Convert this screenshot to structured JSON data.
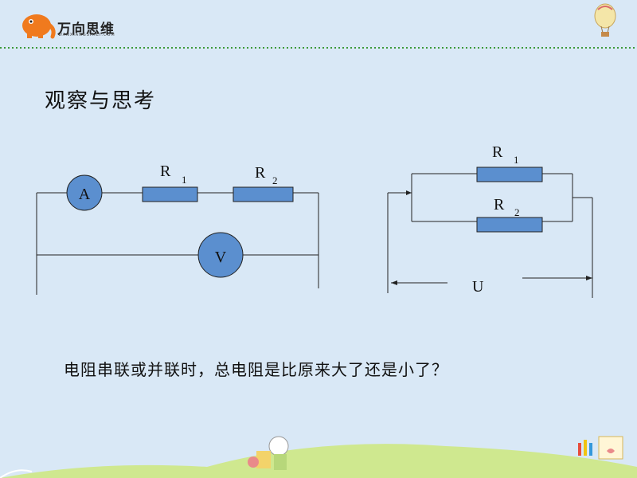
{
  "logo": {
    "brand": "万向思维",
    "subtitle": "WANXIANGSIMEI.COM"
  },
  "title": "观察与思考",
  "circuit_left": {
    "ammeter": "A",
    "voltmeter": "V",
    "r1_letter": "R",
    "r1_index": "1",
    "r2_letter": "R",
    "r2_index": "2"
  },
  "circuit_right": {
    "r1_letter": "R",
    "r1_index": "1",
    "r2_letter": "R",
    "r2_index": "2",
    "voltage": "U"
  },
  "question": "电阻串联或并联时，总电阻是比原来大了还是小了？",
  "colors": {
    "background": "#d9e8f6",
    "resistor": "#5b8fcf",
    "meter": "#5b8fcf",
    "header_dots": "#3d9a3a",
    "ground": "#cfe88f"
  }
}
